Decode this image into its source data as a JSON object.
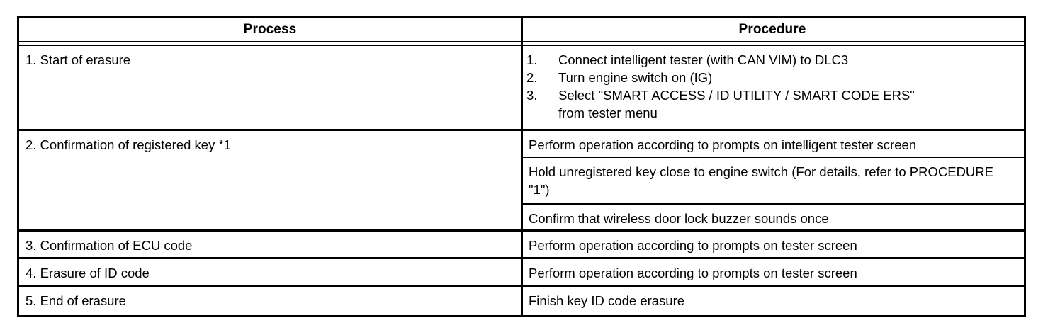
{
  "table": {
    "headers": {
      "process": "Process",
      "procedure": "Procedure"
    },
    "rows": [
      {
        "process": "1. Start of erasure",
        "procedure_type": "ordered-list",
        "steps": [
          {
            "num": "1.",
            "text": "Connect intelligent tester (with CAN VIM) to DLC3"
          },
          {
            "num": "2.",
            "text": "Turn engine switch on (IG)"
          },
          {
            "num": "3.",
            "text": "Select \"SMART ACCESS / ID UTILITY / SMART CODE ERS\"",
            "continuation": "from tester menu"
          }
        ]
      },
      {
        "process": "2. Confirmation of registered key *1",
        "procedure_type": "sub-rows",
        "sub_rows": [
          "Perform operation according to prompts on intelligent tester screen",
          "Hold unregistered key close to engine switch (For details, refer to PROCEDURE \"1\")",
          "Confirm that wireless door lock buzzer sounds once"
        ]
      },
      {
        "process": "3. Confirmation of ECU code",
        "procedure_type": "single",
        "procedure": "Perform operation according to prompts on tester screen"
      },
      {
        "process": "4. Erasure of ID code",
        "procedure_type": "single",
        "procedure": "Perform operation according to prompts on tester screen"
      },
      {
        "process": "5. End of erasure",
        "procedure_type": "single",
        "procedure": "Finish key ID code erasure"
      }
    ]
  },
  "colors": {
    "border": "#000000",
    "text": "#000000",
    "background": "#ffffff"
  }
}
